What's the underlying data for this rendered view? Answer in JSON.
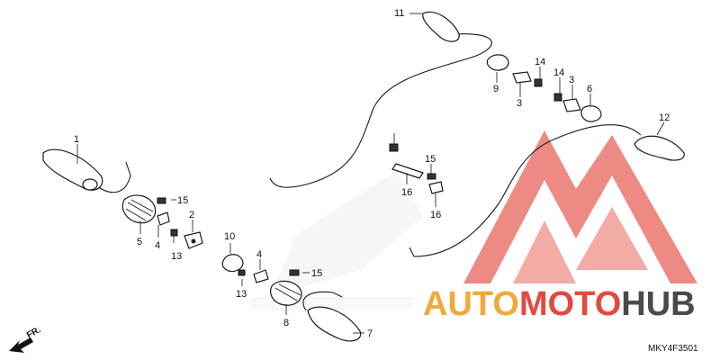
{
  "diagram": {
    "code": "MKY4F3501",
    "direction_label": "FR."
  },
  "callouts": [
    "1",
    "2",
    "3",
    "3",
    "4",
    "4",
    "5",
    "6",
    "7",
    "8",
    "9",
    "10",
    "11",
    "12",
    "13",
    "13",
    "14",
    "14",
    "15",
    "15",
    "15",
    "16",
    "16"
  ],
  "watermark": {
    "word_part1": "AUTO",
    "word_part2": "MOTO",
    "word_part3": "HUB",
    "color_orange": "#f2a93b",
    "color_red": "#e3493f",
    "color_gray": "#4a4a4a"
  }
}
